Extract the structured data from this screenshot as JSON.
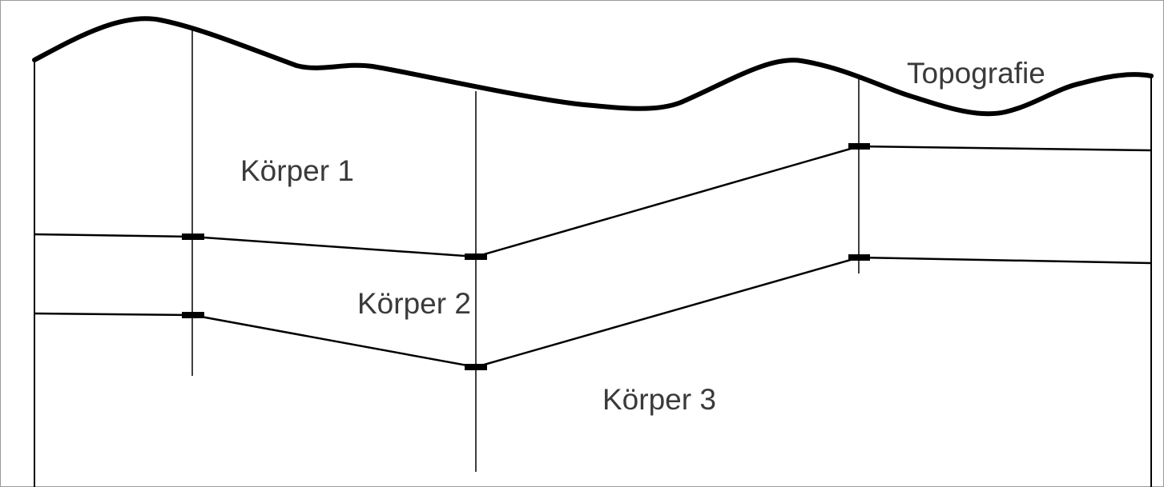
{
  "diagram": {
    "labels": {
      "topography": "Topografie",
      "body1": "Körper 1",
      "body2": "Körper 2",
      "body3": "Körper 3"
    },
    "colors": {
      "background": "#ffffff",
      "stroke": "#000000",
      "text": "#3a3a3a",
      "frame": "#9a9a9a"
    }
  }
}
